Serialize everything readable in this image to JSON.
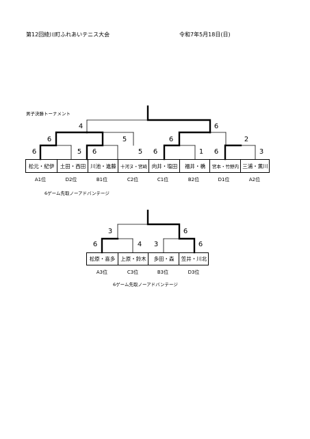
{
  "header": {
    "title": "第12回綾川町ふれあいテニス大会",
    "date": "令和7年5月18日(日)"
  },
  "bracket1": {
    "title": "男子決勝トーナメント",
    "teams": [
      "松元・紀伊",
      "土田・西田",
      "川池・進藤",
      "十河ヌ・宮崎",
      "向井・塩田",
      "福井・橋",
      "宮本・竹野内",
      "三浦・薫川"
    ],
    "seeds": [
      "A1位",
      "D2位",
      "B1位",
      "C2位",
      "C1位",
      "B2位",
      "D1位",
      "A2位"
    ],
    "r1_scores": [
      "6",
      "5",
      "6",
      "5",
      "6",
      "1",
      "6",
      "3"
    ],
    "r2_scores": [
      "6",
      "5",
      "6",
      "2"
    ],
    "semi_scores": [
      "4",
      "6"
    ],
    "note": "6ゲーム先取ノーアドバンテージ"
  },
  "bracket2": {
    "teams": [
      "松原・喜多",
      "上原・鈴木",
      "多田・森",
      "笠井・川北"
    ],
    "seeds": [
      "A3位",
      "C3位",
      "B3位",
      "D3位"
    ],
    "r1_scores": [
      "6",
      "4",
      "3",
      "6"
    ],
    "semi_scores": [
      "3",
      "6"
    ],
    "note": "6ゲーム先取ノーアドバンテージ"
  }
}
